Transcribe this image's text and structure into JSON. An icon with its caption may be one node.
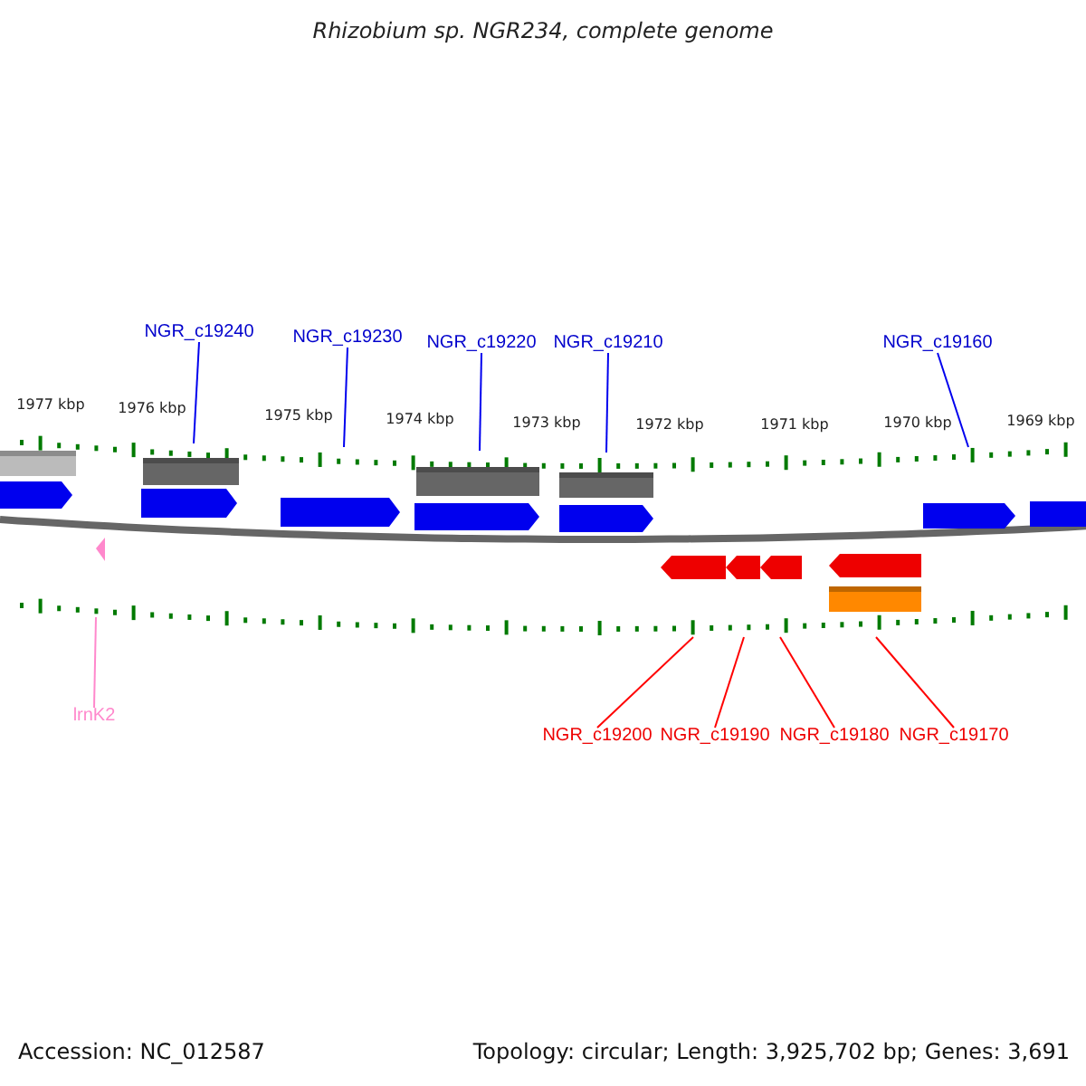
{
  "diagram": {
    "title": "Rhizobium sp. NGR234, complete genome",
    "nodes": [
      {
        "text": [
          "NGR_c19240"
        ]
      },
      {
        "text": [
          "NGR_c19230"
        ]
      },
      {
        "text": [
          "NGR_c19220"
        ]
      },
      {
        "text": [
          "NGR_c19210"
        ]
      },
      {
        "text": [
          "NGR_c19160"
        ]
      },
      {
        "text": [
          "lrnK2"
        ]
      },
      {
        "text": [
          "NGR_c19200"
        ]
      },
      {
        "text": [
          "NGR_c19190"
        ]
      },
      {
        "text": [
          "NGR_c19180"
        ]
      },
      {
        "text": [
          "NGR_c19170"
        ]
      },
      {
        "text": [],
        "shape": "bar"
      },
      {
        "text": [],
        "shape": "bar"
      }
    ],
    "edges": [
      {
        "from": 0,
        "to": 10,
        "arrow": "none"
      },
      {
        "from": 1,
        "to": 10,
        "arrow": "none"
      },
      {
        "from": 2,
        "to": 10,
        "arrow": "none"
      },
      {
        "from": 3,
        "to": 10,
        "arrow": "none"
      },
      {
        "from": 4,
        "to": 10,
        "arrow": "none"
      },
      {
        "from": 5,
        "to": 11,
        "arrow": "none",
        "color": "#ff88cc"
      },
      {
        "from": 6,
        "to": 11,
        "arrow": "none",
        "color": "#ff0000"
      },
      {
        "from": 7,
        "to": 11,
        "arrow": "none",
        "color": "#ff0000"
      },
      {
        "from": 8,
        "to": 11,
        "arrow": "none",
        "color": "#ff0000"
      },
      {
        "from": 9,
        "to": 11,
        "arrow": "none",
        "color": "#ff0000"
      }
    ],
    "labels": [
      "1977 kbp",
      "1976 kbp",
      "1975 kbp",
      "1974 kbp",
      "1973 kbp",
      "1972 kbp",
      "1971 kbp",
      "1970 kbp",
      "1969 kbp",
      "Accession: NC_012587",
      "Topology: circular; Length: 3,925,702 bp; Genes: 3,691"
    ]
  }
}
